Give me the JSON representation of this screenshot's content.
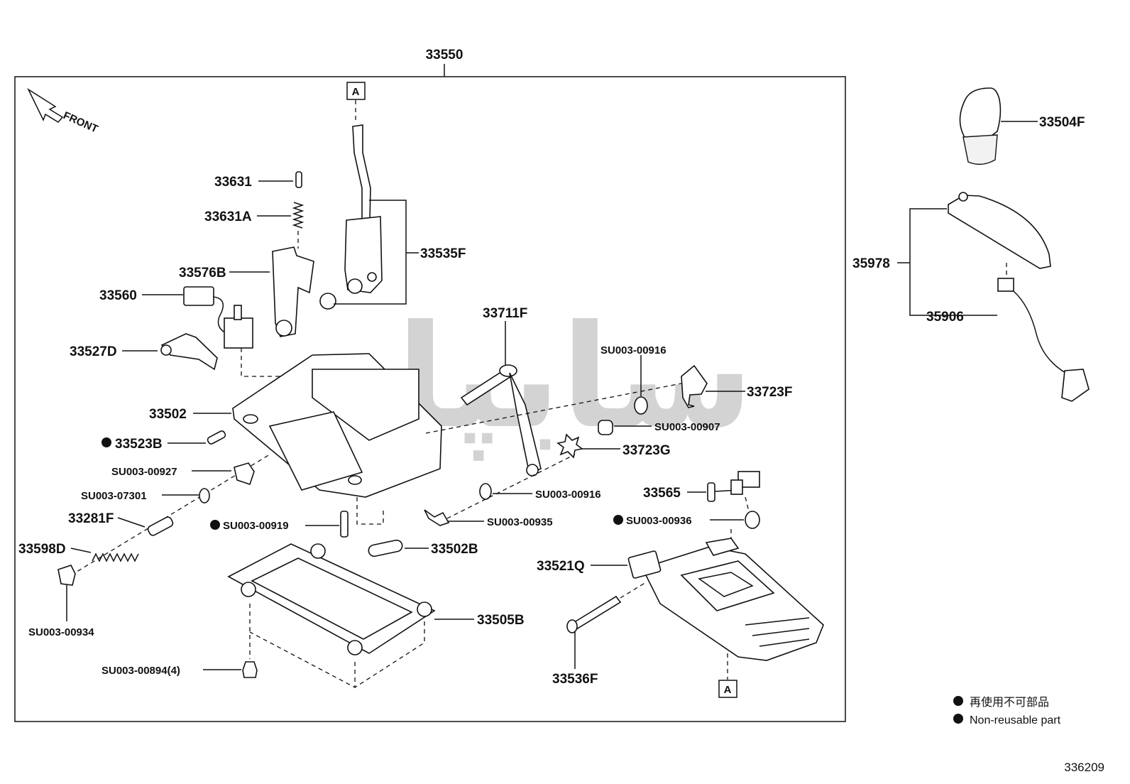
{
  "diagram": {
    "assembly_number": "33550",
    "front_label": "FRONT",
    "ref_marker": "A",
    "diagram_id": "336209",
    "legend": {
      "jp": "再使用不可部品",
      "en": "Non-reusable part"
    },
    "watermark": "سایپا",
    "labels": {
      "p33631": "33631",
      "p33631A": "33631A",
      "p33576B": "33576B",
      "p33560": "33560",
      "p33527D": "33527D",
      "p33535F": "33535F",
      "p33711F": "33711F",
      "p33502": "33502",
      "p33523B": "33523B",
      "su00927": "SU003-00927",
      "su07301": "SU003-07301",
      "p33281F": "33281F",
      "p33598D": "33598D",
      "su00934": "SU003-00934",
      "su00919": "SU003-00919",
      "p33502B": "33502B",
      "p33505B": "33505B",
      "su00894": "SU003-00894(4)",
      "su00916a": "SU003-00916",
      "p33723F": "33723F",
      "su00907": "SU003-00907",
      "p33723G": "33723G",
      "su00916b": "SU003-00916",
      "su00935": "SU003-00935",
      "p33565": "33565",
      "su00936": "SU003-00936",
      "p33521Q": "33521Q",
      "p33536F": "33536F",
      "p33504F": "33504F",
      "p35978": "35978",
      "p35906": "35906"
    }
  }
}
